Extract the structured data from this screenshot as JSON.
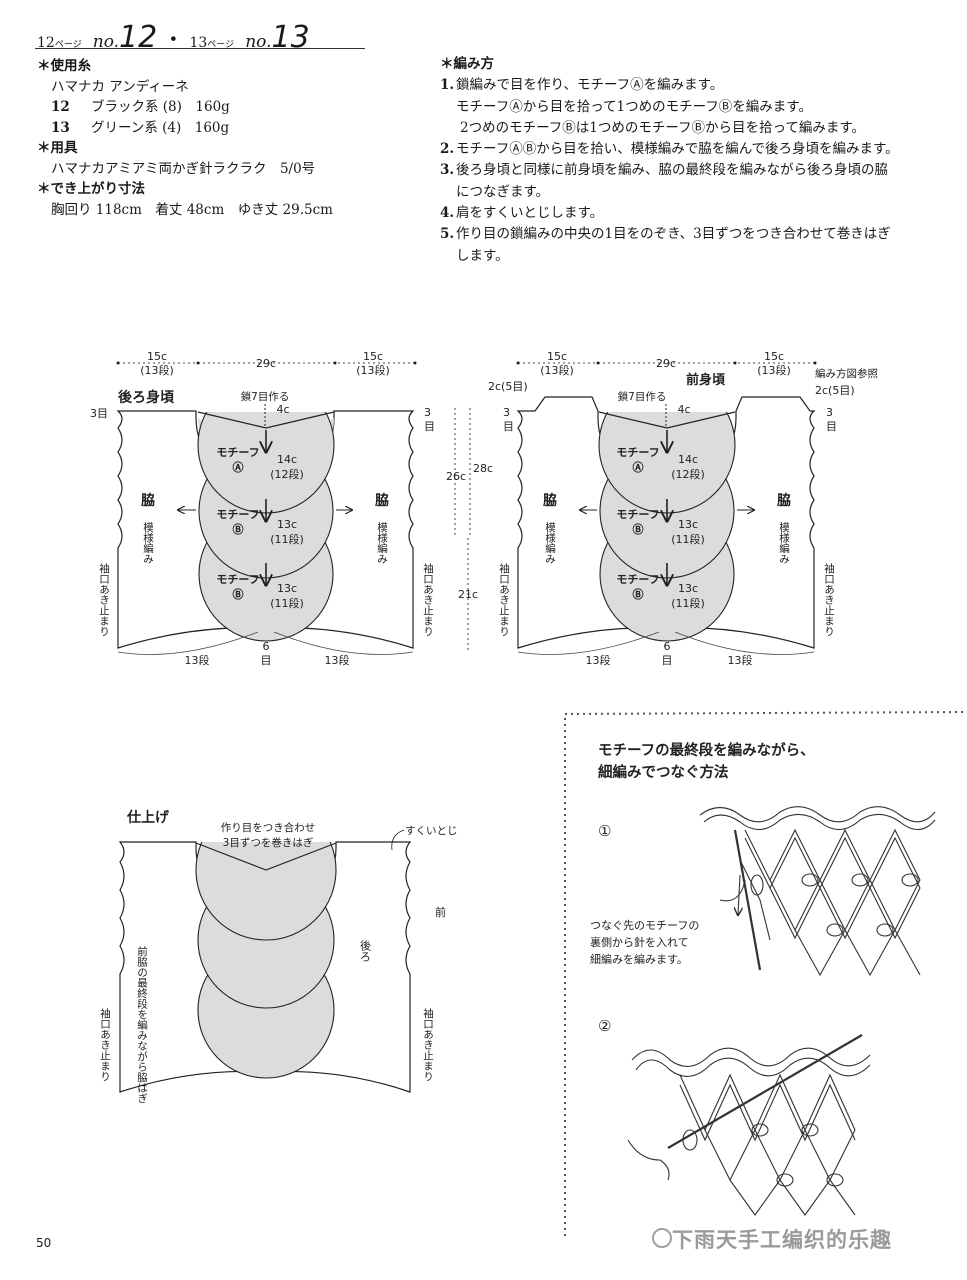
{
  "header": {
    "p1": "12",
    "p1_suffix": "ページ",
    "no1_prefix": "no.",
    "no1": "12",
    "dot": "・",
    "p2": "13",
    "p2_suffix": "ページ",
    "no2_prefix": "no.",
    "no2": "13"
  },
  "materials": {
    "yarn_heading": "＊使用糸",
    "yarn_name": "ハマナカ アンディーネ",
    "yarn_rows": [
      {
        "id": "12",
        "text": "ブラック系 (8)　160g"
      },
      {
        "id": "13",
        "text": "グリーン系 (4)　160g"
      }
    ],
    "tools_heading": "＊用具",
    "tools_text": "ハマナカアミアミ両かぎ針ラクラク　5/0号",
    "size_heading": "＊でき上がり寸法",
    "size_text": "胸回り 118cm　着丈 48cm　ゆき丈 29.5cm"
  },
  "instructions": {
    "heading": "＊編み方",
    "s1": "1.",
    "s1a": "鎖編みで目を作り、モチーフⒶを編みます。",
    "s1b": "モチーフⒶから目を拾って1つめのモチーフⒷを編みます。",
    "s1c": "2つめのモチーフⒷは1つめのモチーフⒷから目を拾って編みます。",
    "s2": "2.",
    "s2a": "モチーフⒶⒷから目を拾い、模様編みで脇を編んで後ろ身頃を編みます。",
    "s3": "3.",
    "s3a": "後ろ身頃と同様に前身頃を編み、脇の最終段を編みながら後ろ身頃の脇",
    "s3b": "につなぎます。",
    "s4": "4.",
    "s4a": "肩をすくいとじします。",
    "s5": "5.",
    "s5a": "作り目の鎖編みの中央の1目をのぞき、3目ずつをつき合わせて巻きはぎ",
    "s5b": "します。"
  },
  "back": {
    "title": "後ろ身頃",
    "d15a": "15c",
    "d15a_rows": "(13段)",
    "d29": "29c",
    "d15b": "15c",
    "d15b_rows": "(13段)",
    "chain": "鎖7目作る",
    "d4": "4c",
    "left3": "3目",
    "right3a": "3",
    "right3b": "目",
    "motifA1": "モチーフ",
    "motifA2": "Ⓐ",
    "motifA_size": "14c",
    "motifA_rows": "(12段)",
    "motifB1": "モチーフ",
    "motifB2": "Ⓑ",
    "motifB_size": "13c",
    "motifB_rows": "(11段)",
    "motifC1": "モチーフ",
    "motifC2": "Ⓑ",
    "motifC_size": "13c",
    "motifC_rows": "(11段)",
    "side_l": "脇",
    "side_r": "脇",
    "pattern_l": "模様編み",
    "pattern_r": "模様編み",
    "cuff_l": "袖口あき止まり",
    "cuff_r": "袖口あき止まり",
    "bottom_l": "13段",
    "bottom_c1": "6",
    "bottom_c2": "目",
    "bottom_r": "13段",
    "h26": "26c",
    "h28": "28c",
    "h21": "21c"
  },
  "front": {
    "title": "前身頃",
    "d15a": "15c",
    "d15a_rows": "(13段)",
    "d29": "29c",
    "d15b": "15c",
    "d15b_rows": "(13段)",
    "shoulder_l": "2c(5目)",
    "shoulder_r": "2c(5目)",
    "ref": "編み方図参照",
    "chain": "鎖7目作る",
    "d4": "4c",
    "left3a": "3",
    "left3b": "目",
    "right3a": "3",
    "right3b": "目",
    "motifA1": "モチーフ",
    "motifA2": "Ⓐ",
    "motifA_size": "14c",
    "motifA_rows": "(12段)",
    "motifB1": "モチーフ",
    "motifB2": "Ⓑ",
    "motifB_size": "13c",
    "motifB_rows": "(11段)",
    "motifC1": "モチーフ",
    "motifC2": "Ⓑ",
    "motifC_size": "13c",
    "motifC_rows": "(11段)",
    "side_l": "脇",
    "side_r": "脇",
    "pattern_l": "模様編み",
    "pattern_r": "模様編み",
    "cuff_l": "袖口あき止まり",
    "cuff_r": "袖口あき止まり",
    "bottom_l": "13段",
    "bottom_c1": "6",
    "bottom_c2": "目",
    "bottom_r": "13段"
  },
  "finish": {
    "title": "仕上げ",
    "note1": "作り目をつき合わせ",
    "note2": "3目ずつを巻きはぎ",
    "sukui": "すくいとじ",
    "mae": "前",
    "ushiro": "後ろ",
    "side_note": "前脇の最終段を編みながら脇はぎ",
    "cuff_l": "袖口あき止まり",
    "cuff_r": "袖口あき止まり"
  },
  "howto": {
    "title1": "モチーフの最終段を編みながら、",
    "title2": "細編みでつなぐ方法",
    "step1": "①",
    "step2": "②",
    "desc1": "つなぐ先のモチーフの",
    "desc2": "裏側から針を入れて",
    "desc3": "細編みを編みます。"
  },
  "page_number": "50",
  "watermark": "下雨天手工编织的乐趣",
  "colors": {
    "motif_fill": "#dcdcdc",
    "line": "#222222",
    "watermark": "#9a9a9a"
  }
}
